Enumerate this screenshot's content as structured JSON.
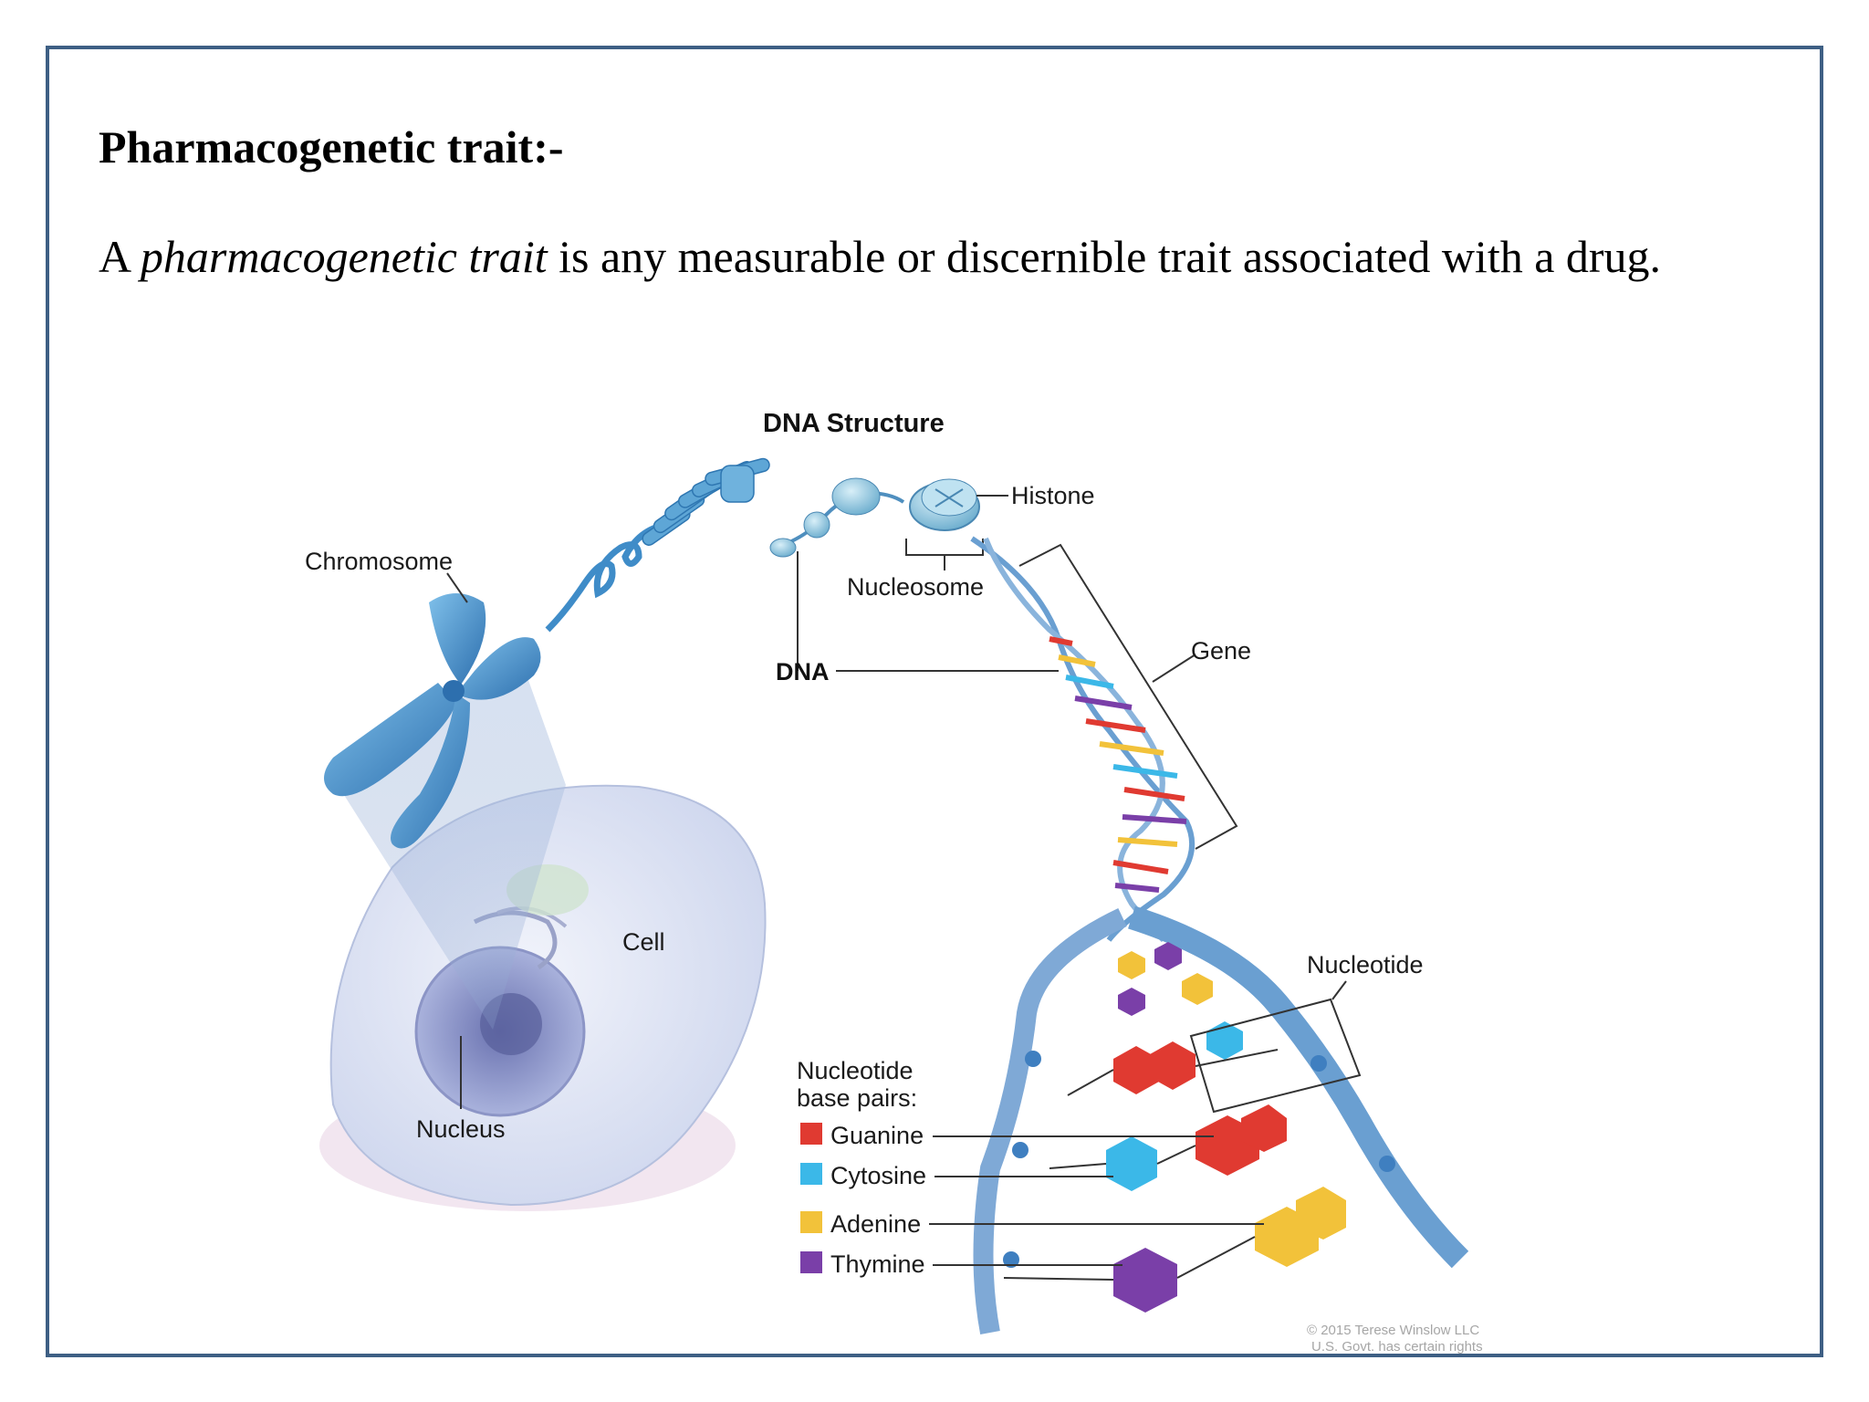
{
  "slide": {
    "heading": "Pharmacogenetic trait:-",
    "definition": {
      "article": "A",
      "term": "pharmacogenetic trait",
      "rest": "is any measurable or discernible trait associated with a drug."
    }
  },
  "diagram": {
    "title": "DNA Structure",
    "labels": {
      "chromosome": "Chromosome",
      "histone": "Histone",
      "nucleosome": "Nucleosome",
      "dna": "DNA",
      "gene": "Gene",
      "cell": "Cell",
      "nucleus": "Nucleus",
      "nucleotide": "Nucleotide"
    },
    "legend": {
      "title_line1": "Nucleotide",
      "title_line2": "base pairs:",
      "items": [
        {
          "label": "Guanine",
          "color": "#e03a31"
        },
        {
          "label": "Cytosine",
          "color": "#3bb8e8"
        },
        {
          "label": "Adenine",
          "color": "#f2c23a"
        },
        {
          "label": "Thymine",
          "color": "#7a3fa8"
        }
      ]
    },
    "credit_line1": "© 2015 Terese Winslow LLC",
    "credit_line2": "U.S. Govt. has certain rights"
  },
  "colors": {
    "frame": "#3e5f84",
    "helix_backbone": "#6a9fd1",
    "chromosome": "#3f8cc8",
    "cell": "#dde3f3"
  }
}
